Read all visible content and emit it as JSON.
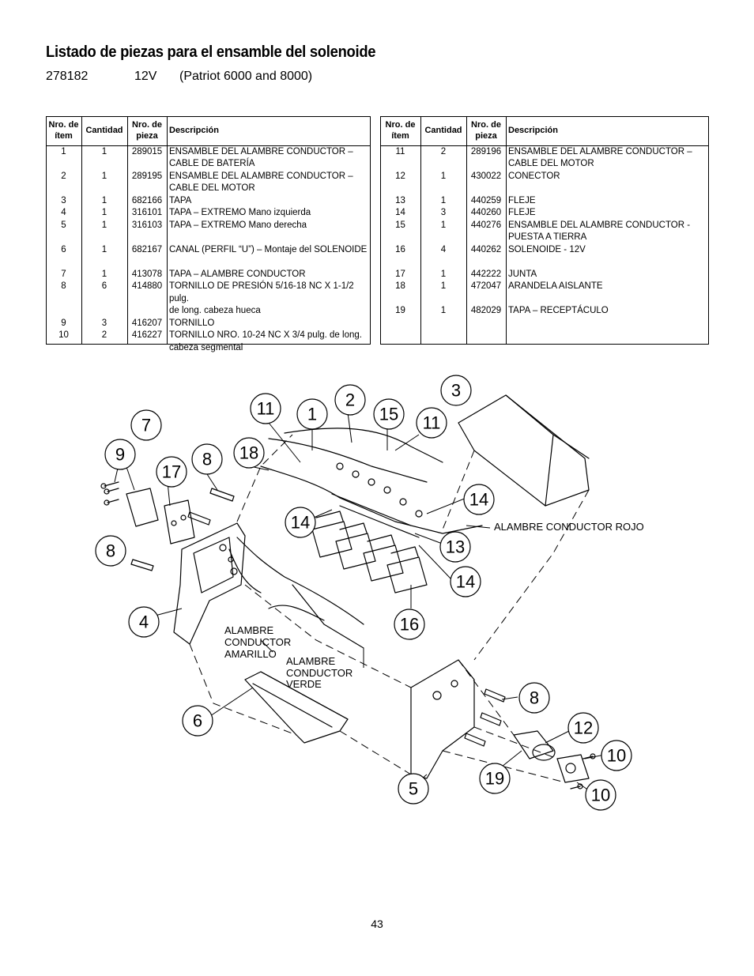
{
  "title": "Listado de piezas para el ensamble del solenoide",
  "subtitle": {
    "model": "278182",
    "voltage": "12V",
    "application": "(Patriot 6000 and 8000)"
  },
  "table_headers": {
    "item": "Nro. de ítem",
    "qty": "Cantidad",
    "part": "Nro. de pieza",
    "desc": "Descripción"
  },
  "left_rows": [
    {
      "item": "1",
      "qty": "1",
      "part": "289015",
      "desc": "ENSAMBLE DEL ALAMBRE CONDUCTOR –",
      "desc2": "CABLE DE BATERÍA"
    },
    {
      "item": "2",
      "qty": "1",
      "part": "289195",
      "desc": "ENSAMBLE DEL ALAMBRE CONDUCTOR –",
      "desc2": "CABLE DEL MOTOR"
    },
    {
      "item": "3",
      "qty": "1",
      "part": "682166",
      "desc": "TAPA",
      "desc2": ""
    },
    {
      "item": "4",
      "qty": "1",
      "part": "316101",
      "desc": "TAPA – EXTREMO Mano izquierda",
      "desc2": ""
    },
    {
      "item": "5",
      "qty": "1",
      "part": "316103",
      "desc": "TAPA – EXTREMO Mano derecha",
      "desc2": ""
    },
    {
      "item": "6",
      "qty": "1",
      "part": "682167",
      "desc": "CANAL (PERFIL “U”) – Montaje del SOLENOIDE",
      "desc2": ""
    },
    {
      "item": "7",
      "qty": "1",
      "part": "413078",
      "desc": "TAPA – ALAMBRE CONDUCTOR",
      "desc2": ""
    },
    {
      "item": "8",
      "qty": "6",
      "part": "414880",
      "desc": "TORNILLO DE PRESIÓN 5/16-18 NC X 1-1/2 pulg.",
      "desc2": "de long. cabeza hueca"
    },
    {
      "item": "9",
      "qty": "3",
      "part": "416207",
      "desc": "TORNILLO",
      "desc2": ""
    },
    {
      "item": "10",
      "qty": "2",
      "part": "416227",
      "desc": "TORNILLO NRO. 10-24 NC X 3/4 pulg. de long.",
      "desc2": "cabeza segmental"
    }
  ],
  "right_rows": [
    {
      "item": "11",
      "qty": "2",
      "part": "289196",
      "desc": "ENSAMBLE DEL ALAMBRE CONDUCTOR –",
      "desc2": "CABLE DEL MOTOR"
    },
    {
      "item": "12",
      "qty": "1",
      "part": "430022",
      "desc": "CONECTOR",
      "desc2": ""
    },
    {
      "item": "13",
      "qty": "1",
      "part": "440259",
      "desc": "FLEJE",
      "desc2": ""
    },
    {
      "item": "14",
      "qty": "3",
      "part": "440260",
      "desc": "FLEJE",
      "desc2": ""
    },
    {
      "item": "15",
      "qty": "1",
      "part": "440276",
      "desc": "ENSAMBLE DEL ALAMBRE CONDUCTOR -",
      "desc2": "PUESTA A TIERRA"
    },
    {
      "item": "16",
      "qty": "4",
      "part": "440262",
      "desc": "SOLENOIDE - 12V",
      "desc2": ""
    },
    {
      "item": "17",
      "qty": "1",
      "part": "442222",
      "desc": "JUNTA",
      "desc2": ""
    },
    {
      "item": "18",
      "qty": "1",
      "part": "472047",
      "desc": "ARANDELA AISLANTE",
      "desc2": ""
    },
    {
      "item": "19",
      "qty": "1",
      "part": "482029",
      "desc": "TAPA – RECEPTÁCULO",
      "desc2": ""
    }
  ],
  "diagram": {
    "callouts": [
      "11",
      "1",
      "2",
      "3",
      "15",
      "11",
      "7",
      "9",
      "17",
      "8",
      "18",
      "14",
      "14",
      "8",
      "13",
      "14",
      "4",
      "16",
      "6",
      "8",
      "12",
      "10",
      "19",
      "10",
      "5"
    ],
    "labels": {
      "red_wire": "ALAMBRE CONDUCTOR ROJO",
      "yellow_wire": [
        "ALAMBRE",
        "CONDUCTOR",
        "AMARILLO"
      ],
      "green_wire": [
        "ALAMBRE",
        "CONDUCTOR",
        "VERDE"
      ]
    }
  },
  "page_number": "43"
}
